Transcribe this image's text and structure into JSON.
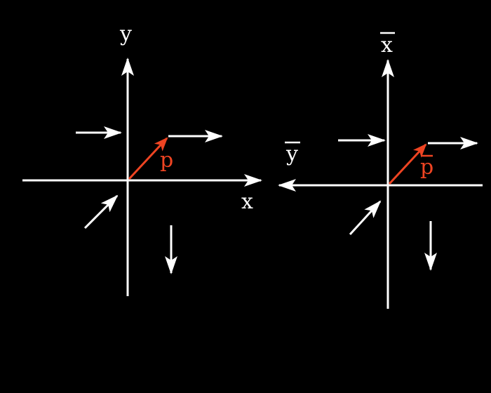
{
  "colors": {
    "background": "#000000",
    "axis": "#ffffff",
    "vector": "#ee4422"
  },
  "left_diagram": {
    "axis_y_label": "y",
    "axis_x_label": "x",
    "vector_label": "p"
  },
  "right_diagram": {
    "axis_vertical_label": "x",
    "axis_horizontal_label": "y",
    "vector_label": "p",
    "labels_have_overbar": true
  }
}
